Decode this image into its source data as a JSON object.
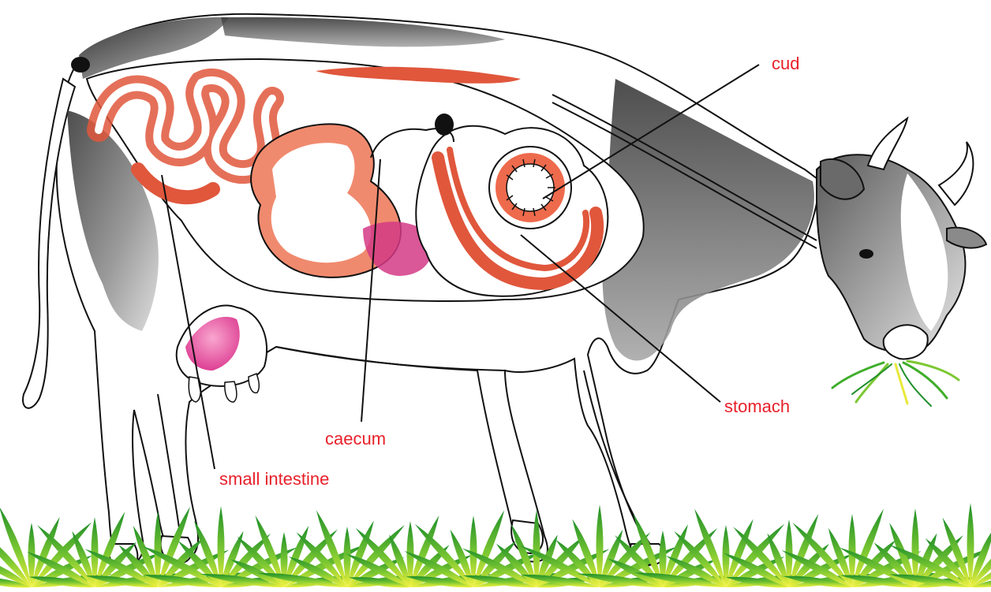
{
  "labels": {
    "cud": "cud",
    "stomach": "stomach",
    "caecum": "caecum",
    "small_intestine": "small intestine"
  },
  "colors": {
    "label_text": "#e8202a",
    "leader_line": "#111111",
    "outline": "#111111",
    "hide_dark": "#4a4a4a",
    "hide_mid": "#8a8a8a",
    "gut_red": "#e0573c",
    "gut_light": "#f08a6e",
    "udder_pink": "#e2479a",
    "grass_green": "#3fae2a",
    "grass_yellow": "#e8e83a"
  }
}
